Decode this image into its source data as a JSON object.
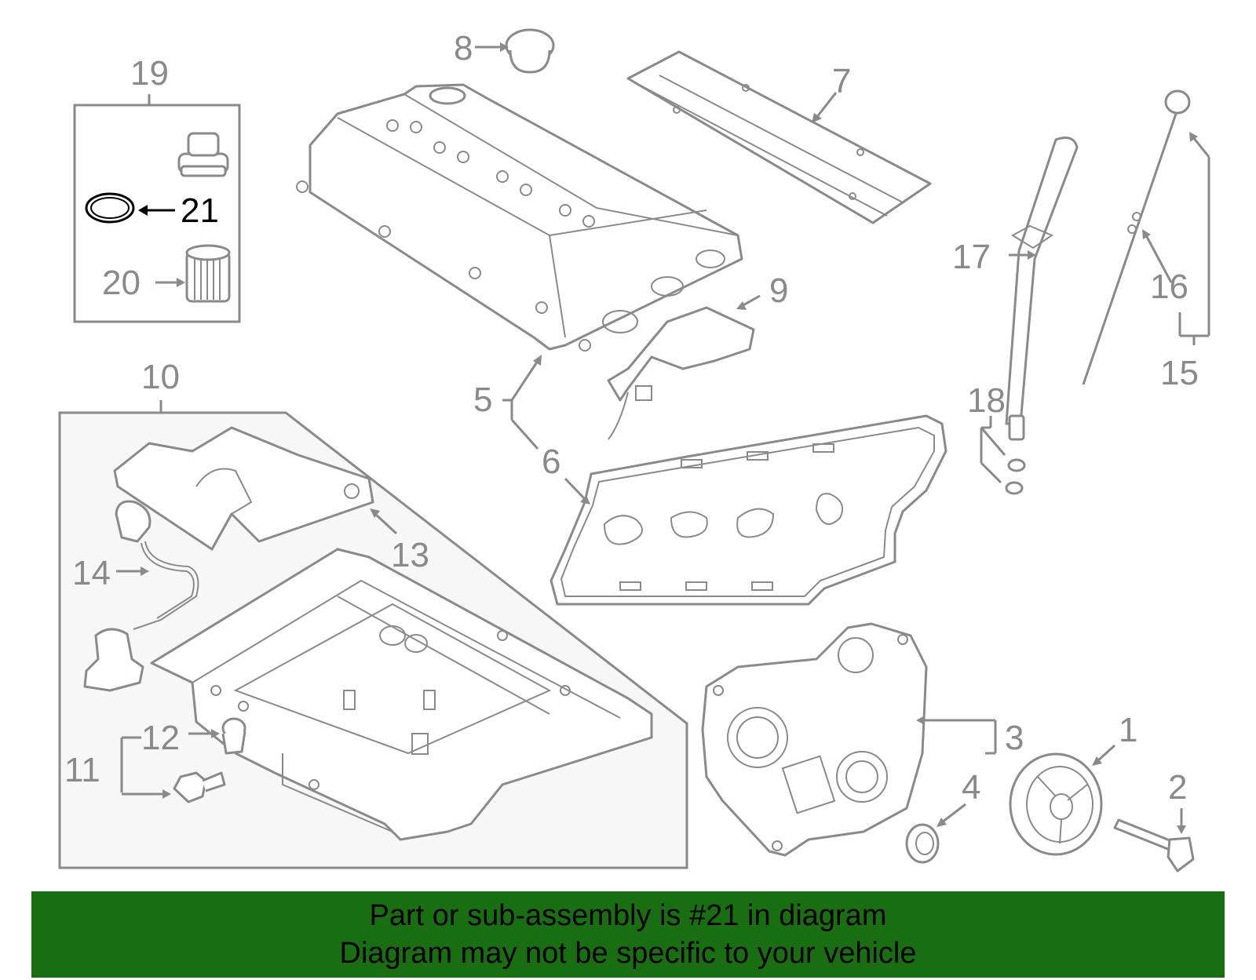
{
  "callouts": {
    "c1": "1",
    "c2": "2",
    "c3": "3",
    "c4": "4",
    "c5": "5",
    "c6": "6",
    "c7": "7",
    "c8": "8",
    "c9": "9",
    "c10": "10",
    "c11": "11",
    "c12": "12",
    "c13": "13",
    "c14": "14",
    "c15": "15",
    "c16": "16",
    "c17": "17",
    "c18": "18",
    "c19": "19",
    "c20": "20",
    "c21": "21"
  },
  "highlight_part": "21",
  "colors": {
    "line": "#8a8a8a",
    "highlight": "#000000",
    "banner_bg": "#1a6e12",
    "banner_text": "#000000"
  },
  "banner": {
    "line1": "Part or sub-assembly is #21 in diagram",
    "line2": "Diagram may not be specific to your vehicle"
  }
}
